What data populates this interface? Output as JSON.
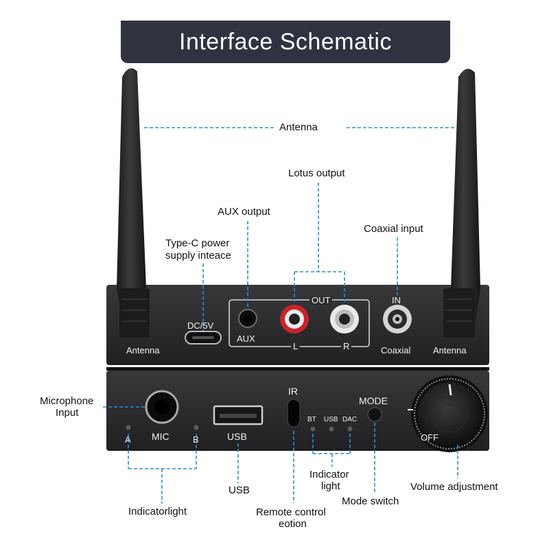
{
  "title": "Interface Schematic",
  "colors": {
    "leader_line": "#2b8fd6",
    "device_body": "#2a2a2c",
    "banner": "#2f3340",
    "rca_red": "#c8242b",
    "rca_white": "#e9e9e9"
  },
  "icons": [
    "antenna-icon",
    "rca-jack-icon",
    "usb-port-icon",
    "volume-knob-icon"
  ],
  "callouts": {
    "antenna": "Antenna",
    "lotus_output": "Lotus output",
    "aux_output": "AUX output",
    "type_c_line1": "Type-C power",
    "type_c_line2": "supply inteace",
    "coaxial_input": "Coaxial input",
    "microphone_line1": "Microphone",
    "microphone_line2": "Input",
    "usb": "USB",
    "indicator_light_line1": "Indicator",
    "indicator_light_line2": "light",
    "indicatorlight": "Indicatorlight",
    "remote_line1": "Remote control",
    "remote_line2": "eotion",
    "mode_switch": "Mode switch",
    "volume_adjustment": "Volume adjustment"
  },
  "back_panel": {
    "antenna_left": "Antenna",
    "antenna_right": "Antenna",
    "dc": "DC/5V",
    "aux": "AUX",
    "out": "OUT",
    "left": "L",
    "right": "R",
    "in": "IN",
    "coaxial": "Coaxial"
  },
  "front_panel": {
    "a": "A",
    "b": "B",
    "mic": "MIC",
    "usb": "USB",
    "ir": "IR",
    "bt": "BT",
    "usb_led": "USB",
    "dac": "DAC",
    "mode": "MODE",
    "off": "OFF"
  }
}
